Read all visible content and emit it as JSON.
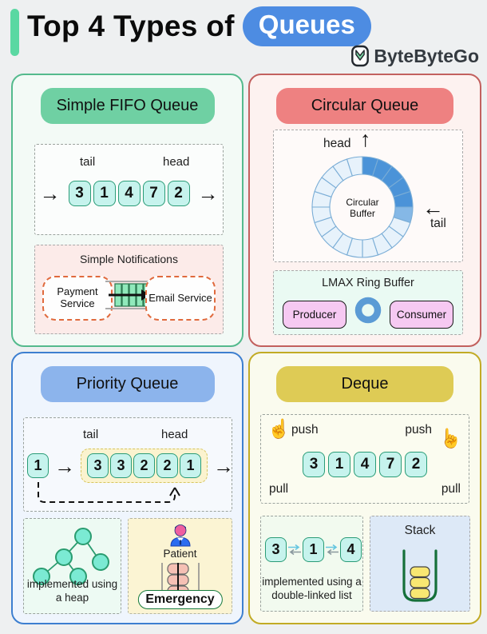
{
  "header": {
    "title": "Top 4 Types of",
    "highlight": "Queues",
    "brand": "ByteByteGo"
  },
  "icons": {
    "arrow_right": "→",
    "arrow_left": "←",
    "arrow_up": "↑",
    "hand": "☝"
  },
  "fifo": {
    "title": "Simple FIFO Queue",
    "tail": "tail",
    "head": "head",
    "items": [
      "3",
      "1",
      "4",
      "7",
      "2"
    ],
    "notifications": {
      "title": "Simple Notifications",
      "producer": "Payment Service",
      "consumer": "Email Service"
    }
  },
  "circular": {
    "title": "Circular Queue",
    "head": "head",
    "tail": "tail",
    "center": "Circular Buffer",
    "ring": {
      "segments": 20,
      "filled": 6,
      "fill_color": "#4b93d8",
      "empty_color": "#e7f2fb"
    },
    "lmax": {
      "title": "LMAX Ring Buffer",
      "producer": "Producer",
      "consumer": "Consumer"
    }
  },
  "priority": {
    "title": "Priority Queue",
    "tail": "tail",
    "head": "head",
    "incoming": "1",
    "items": [
      "3",
      "3",
      "2",
      "2",
      "1"
    ],
    "heap_caption": "implemented using a heap",
    "patient": "Patient",
    "emergency": "Emergency"
  },
  "deque": {
    "title": "Deque",
    "push_left": "push",
    "push_right": "push",
    "pull_left": "pull",
    "pull_right": "pull",
    "items": [
      "3",
      "1",
      "4",
      "7",
      "2"
    ],
    "list": [
      "3",
      "1",
      "4"
    ],
    "list_caption": "implemented using a double-linked list",
    "stack": "Stack"
  },
  "colors": {
    "accent_green": "#5ad8a2",
    "highlight_blue": "#4d8ce2",
    "panel_green": "#54ba8d",
    "panel_red": "#c2605e",
    "panel_blue": "#3d7fd0",
    "panel_yellow": "#c2ab25",
    "item_cyan": "#c6f3ed",
    "item_border": "#2a9c77"
  }
}
